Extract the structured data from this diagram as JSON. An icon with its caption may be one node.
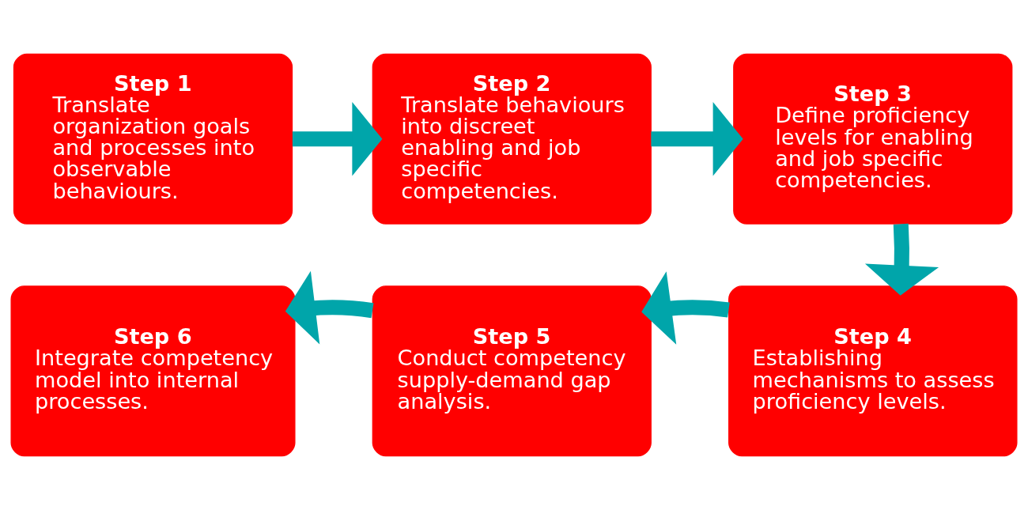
{
  "diagram": {
    "nodes": [
      {
        "text": [
          "Step 1",
          "Translate organization goals and processes into observable behaviours."
        ]
      },
      {
        "text": [
          "Step 2",
          "Translate behaviours into discreet enabling and job specific competencies."
        ]
      },
      {
        "text": [
          "Step 3",
          "Define proficiency levels for enabling and job specific competencies."
        ]
      },
      {
        "text": [
          "Step 4",
          "Establishing mechanisms to assess proficiency levels."
        ]
      },
      {
        "text": [
          "Step 5",
          "Conduct competency supply-demand gap analysis."
        ]
      },
      {
        "text": [
          "Step 6",
          "Integrate competency model into internal processes."
        ]
      }
    ],
    "edges": [
      {
        "from": 0,
        "to": 1,
        "arrow": "to"
      },
      {
        "from": 1,
        "to": 2,
        "arrow": "to"
      },
      {
        "from": 2,
        "to": 3,
        "arrow": "to"
      },
      {
        "from": 3,
        "to": 4,
        "arrow": "to"
      },
      {
        "from": 4,
        "to": 5,
        "arrow": "to"
      }
    ]
  }
}
